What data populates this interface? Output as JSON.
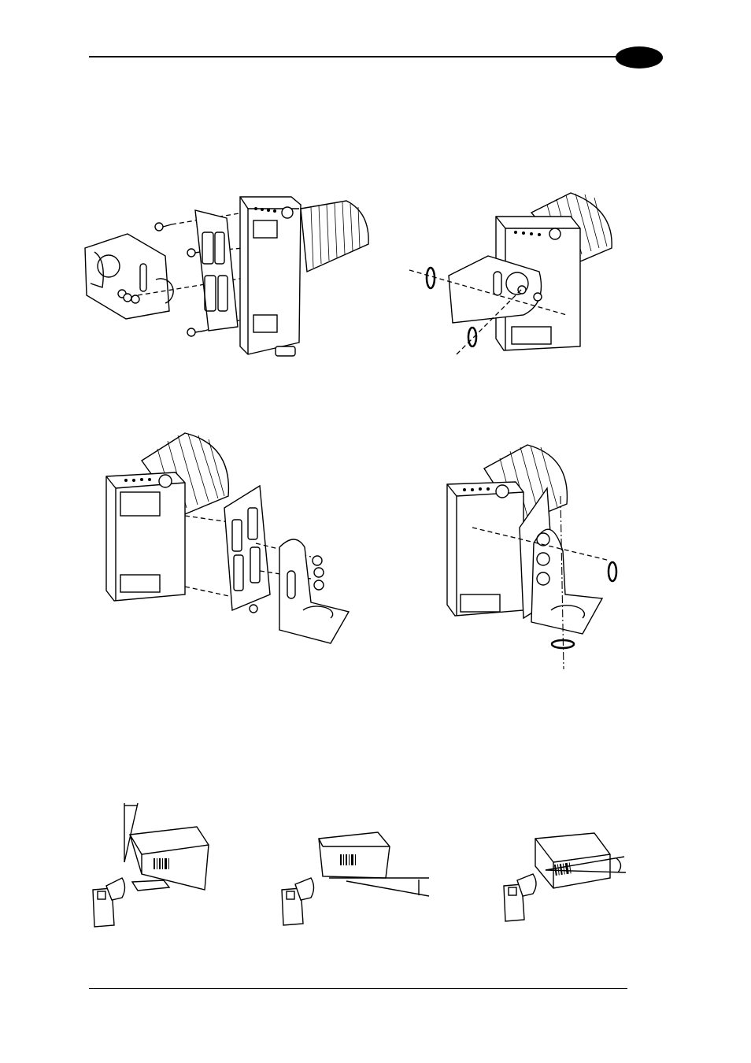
{
  "header": {},
  "figures": [
    {
      "id": "mount-exploded-rear"
    },
    {
      "id": "mount-assembled-rear"
    },
    {
      "id": "mount-exploded-side"
    },
    {
      "id": "mount-assembled-side"
    },
    {
      "id": "skew-angle"
    },
    {
      "id": "pitch-angle"
    },
    {
      "id": "tilt-angle"
    }
  ],
  "colors": {
    "ink": "#000000",
    "paper": "#ffffff"
  }
}
